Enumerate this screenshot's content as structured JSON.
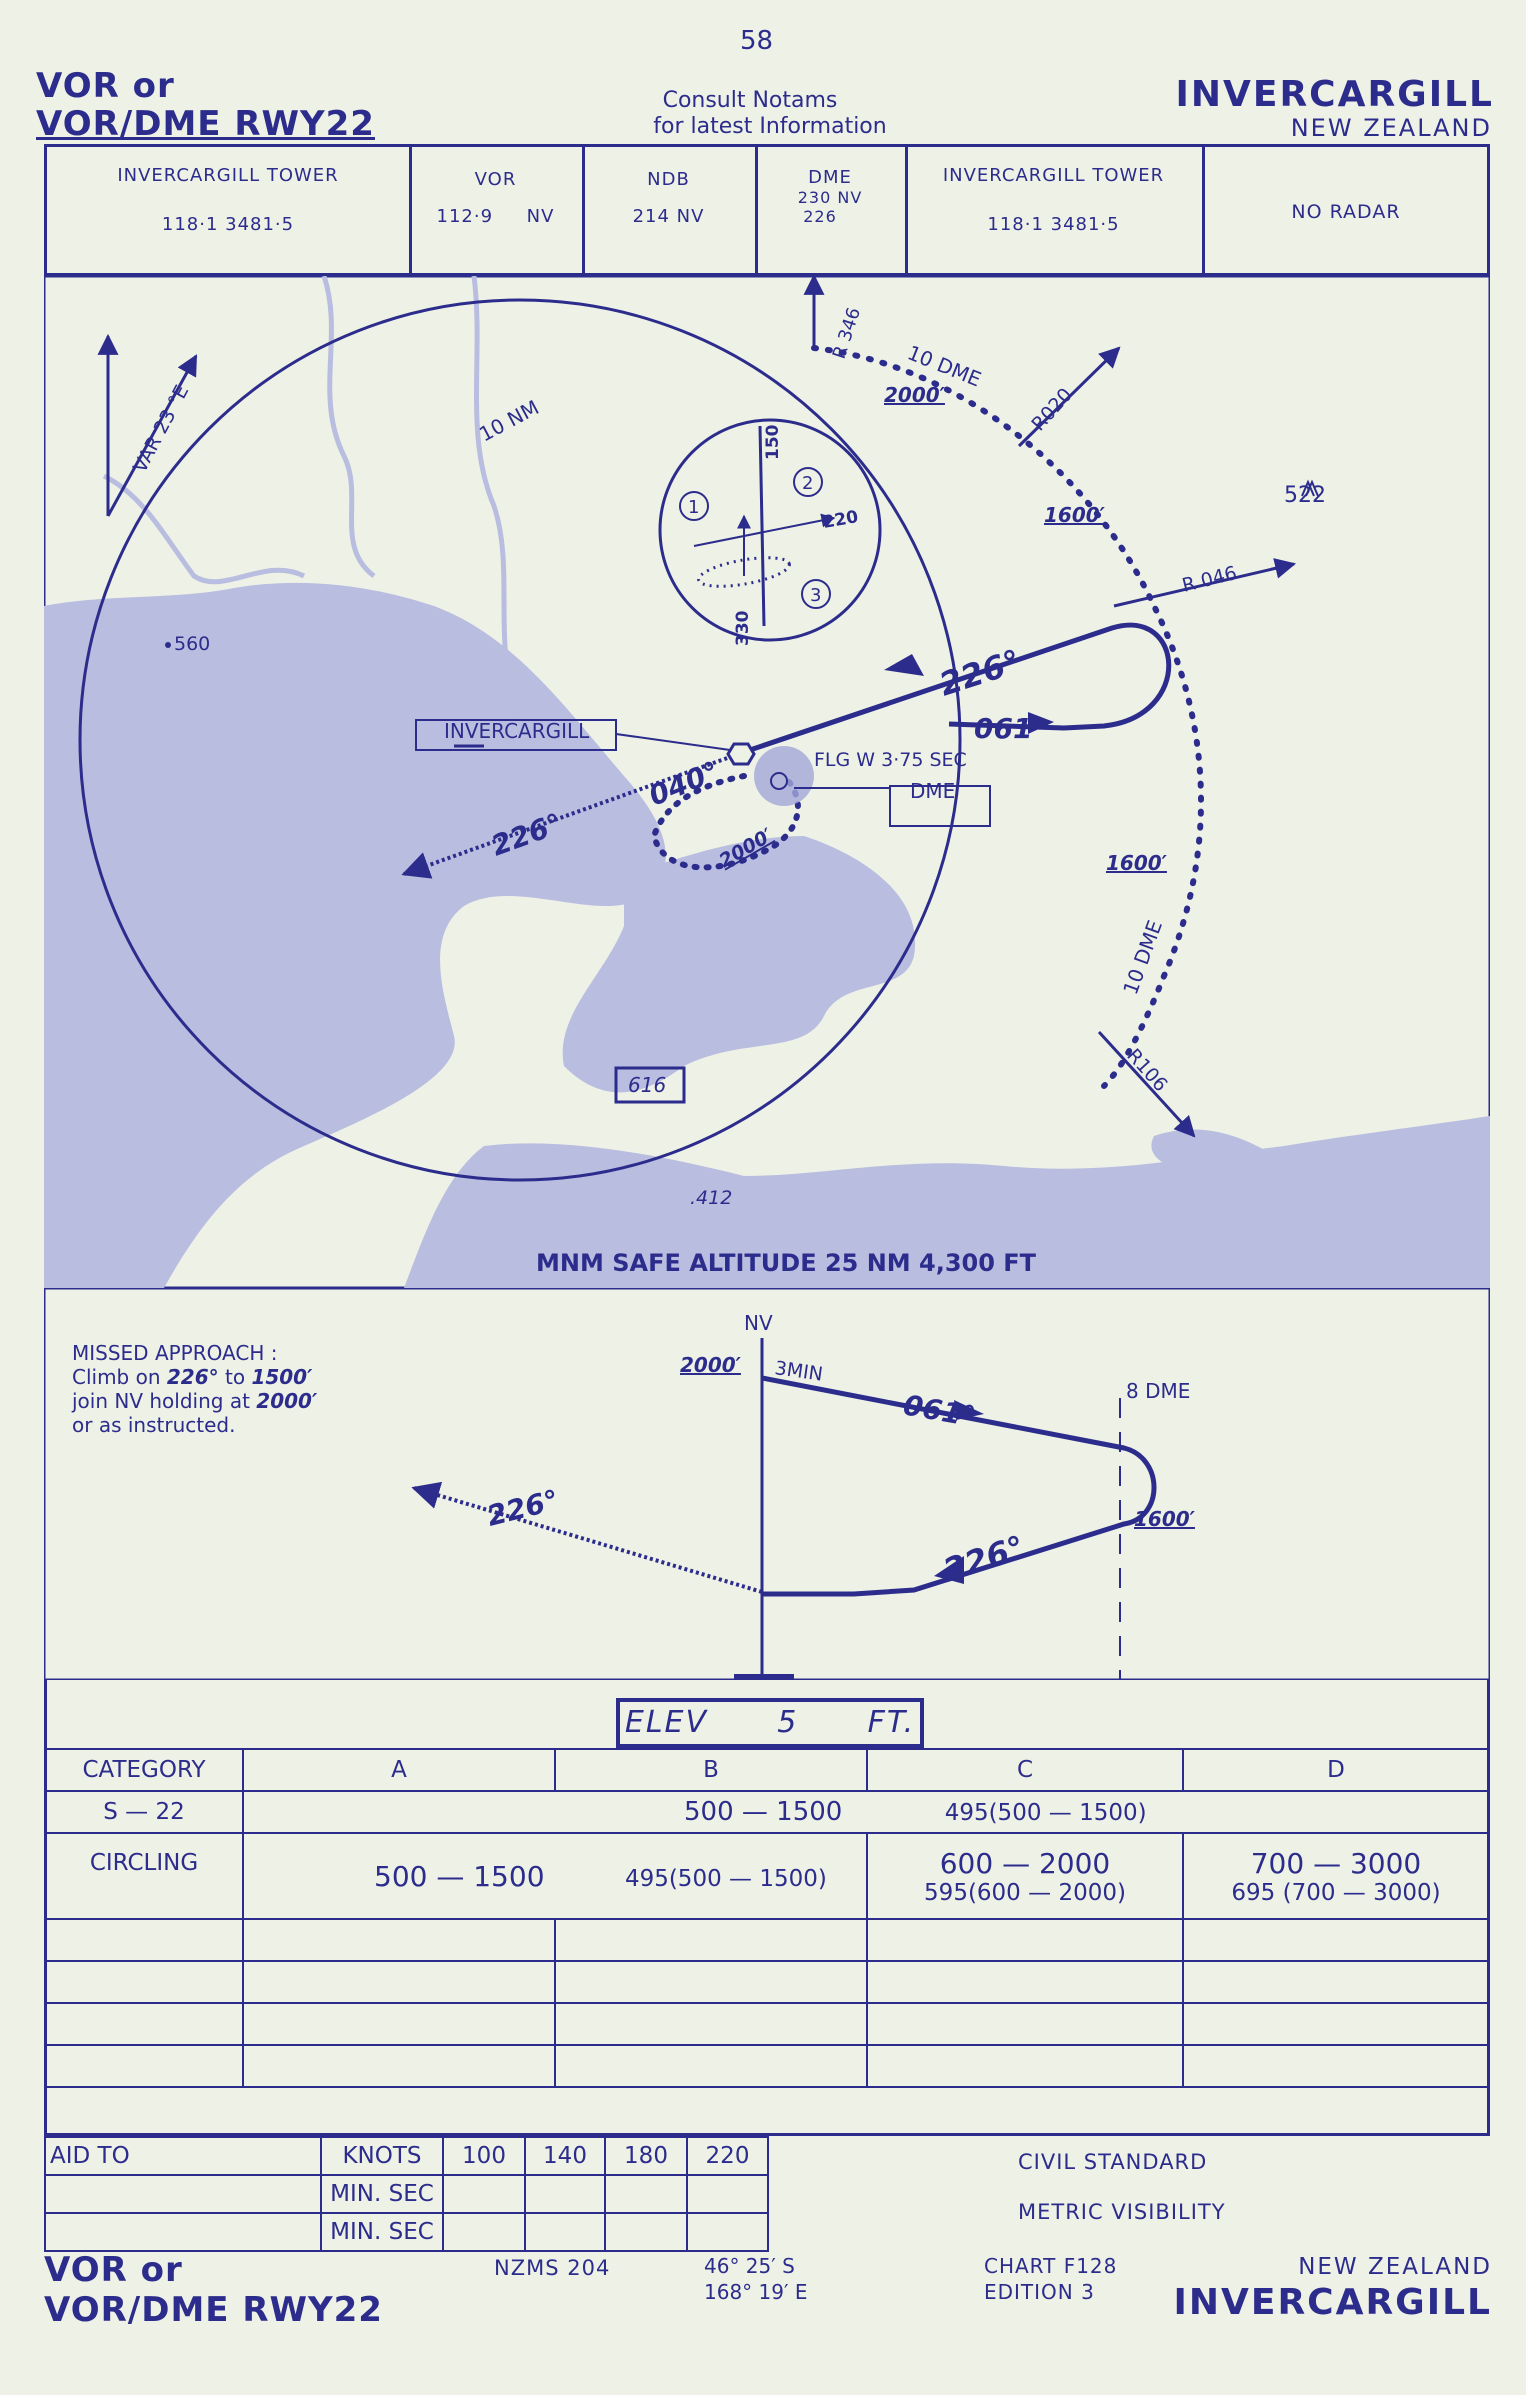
{
  "page_number": "58",
  "header": {
    "approach_title_line1": "VOR or",
    "approach_title_line2": "VOR/DME RWY22",
    "notam_line1": "Consult   Notams",
    "notam_line2": "for latest  Information",
    "airport": "INVERCARGILL",
    "country": "NEW ZEALAND"
  },
  "comms": {
    "tower_label": "INVERCARGILL   TOWER",
    "tower_freq": "118·1   3481·5",
    "vor_label": "VOR",
    "vor_freq": "112·9",
    "vor_ident": "NV",
    "ndb_label": "NDB",
    "ndb_freq": "214 NV",
    "dme_label": "DME",
    "dme_freq1": "230  NV",
    "dme_freq2": "226",
    "tower2_label": "INVERCARGILL TOWER",
    "tower2_freq": "118·1   3481·5",
    "radar": "NO RADAR"
  },
  "plan": {
    "variation": "VAR 23 °E",
    "ring_label": "10 NM",
    "radial_346": "R 346",
    "dme_arc_top": "10 DME",
    "alt_2000_top": "2000′",
    "radial_020": "R020",
    "alt_1600_a": "1600′",
    "spot_522": "522",
    "radial_046": "R 046",
    "spot_560": "560",
    "inbound_226": "226°",
    "outbound_061": "061°",
    "town": "INVERCARGILL",
    "flg": "FLG  W  3·75  SEC",
    "dme_box": "DME",
    "turn_040": "040°",
    "outbound_226": "226°",
    "alt_2000_proc": "2000′",
    "alt_1600_b": "1600′",
    "dme_arc_right": "10 DME",
    "radial_106": "R106",
    "spot_616": "616",
    "spot_412": ".412",
    "msa": "MNM SAFE ALTITUDE 25 NM 4,300 FT",
    "inset": {
      "n1": "1",
      "n2": "2",
      "n3": "3",
      "hdg_150": "150",
      "hdg_220": "220",
      "hdg_330": "330"
    }
  },
  "profile": {
    "missed_line1": "MISSED  APPROACH :",
    "missed_line2a": "Climb  on  ",
    "missed_line2b": "226°",
    "missed_line2c": " to ",
    "missed_line2d": "1500′",
    "missed_line3a": "join  NV  holding  at ",
    "missed_line3b": "2000′",
    "missed_line4": "or  as  instructed.",
    "nv": "NV",
    "alt_2000": "2000′",
    "three_min": "3MIN",
    "out_061": "061°",
    "dme8": "8 DME",
    "alt_1600": "1600′",
    "in_226": "226°",
    "miss_226": "226°"
  },
  "minima": {
    "elev_label": "ELEV",
    "elev_value": "5",
    "elev_unit": "FT.",
    "category_label": "CATEGORY",
    "cats": [
      "A",
      "B",
      "C",
      "D"
    ],
    "s22_label": "S — 22",
    "s22_ab": "500 — 1500",
    "s22_ab2": "495(500 — 1500)",
    "circling_label": "CIRCLING",
    "circ_a": "500 — 1500",
    "circ_b": "495(500 — 1500)",
    "circ_c1": "600 — 2000",
    "circ_c2": "595(600 — 2000)",
    "circ_d1": "700 — 3000",
    "circ_d2": "695  (700 — 3000)"
  },
  "aid_table": {
    "aid_to": "AID TO",
    "knots": "KNOTS",
    "min_sec": "MIN. SEC",
    "speeds": [
      "100",
      "140",
      "180",
      "220"
    ],
    "civil": "CIVIL  STANDARD",
    "metric": "METRIC  VISIBILITY"
  },
  "footer": {
    "title_line1": "VOR  or",
    "title_line2": "VOR/DME RWY22",
    "nzms": "NZMS  204",
    "lat": "46°  25′  S",
    "lon": "168°  19′  E",
    "chart": "CHART  F128",
    "edition": "EDITION  3",
    "country": "NEW  ZEALAND",
    "airport": "INVERCARGILL"
  },
  "colors": {
    "ink": "#2c2c8c",
    "paper": "#eef1e6",
    "water": "#b9bddf"
  }
}
